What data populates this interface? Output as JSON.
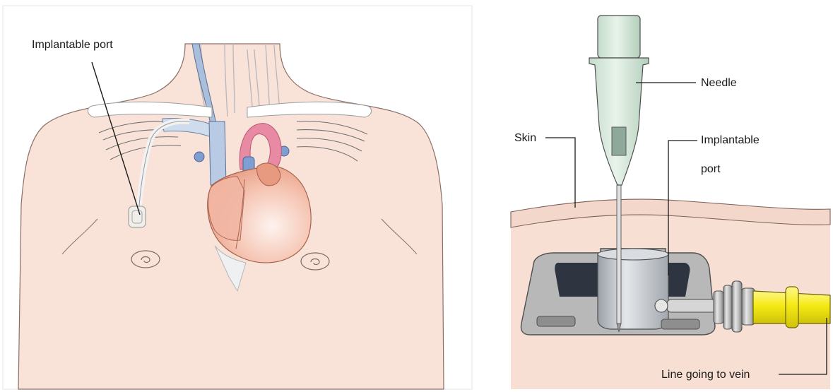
{
  "left_panel": {
    "labels": {
      "port": "Implantable port"
    }
  },
  "right_panel": {
    "labels": {
      "needle": "Needle",
      "skin": "Skin",
      "port_line1": "Implantable",
      "port_line2": "port",
      "line": "Line going to vein"
    },
    "colors": {
      "tubing": "#f5ea14",
      "needle_hub": "#d6e8dc",
      "port_body": "#b8b8b8"
    }
  },
  "colors": {
    "skin": "#f9e3d8",
    "vein": "#a9bfdc",
    "artery": "#e88aa3",
    "heart": "#eea68d"
  }
}
